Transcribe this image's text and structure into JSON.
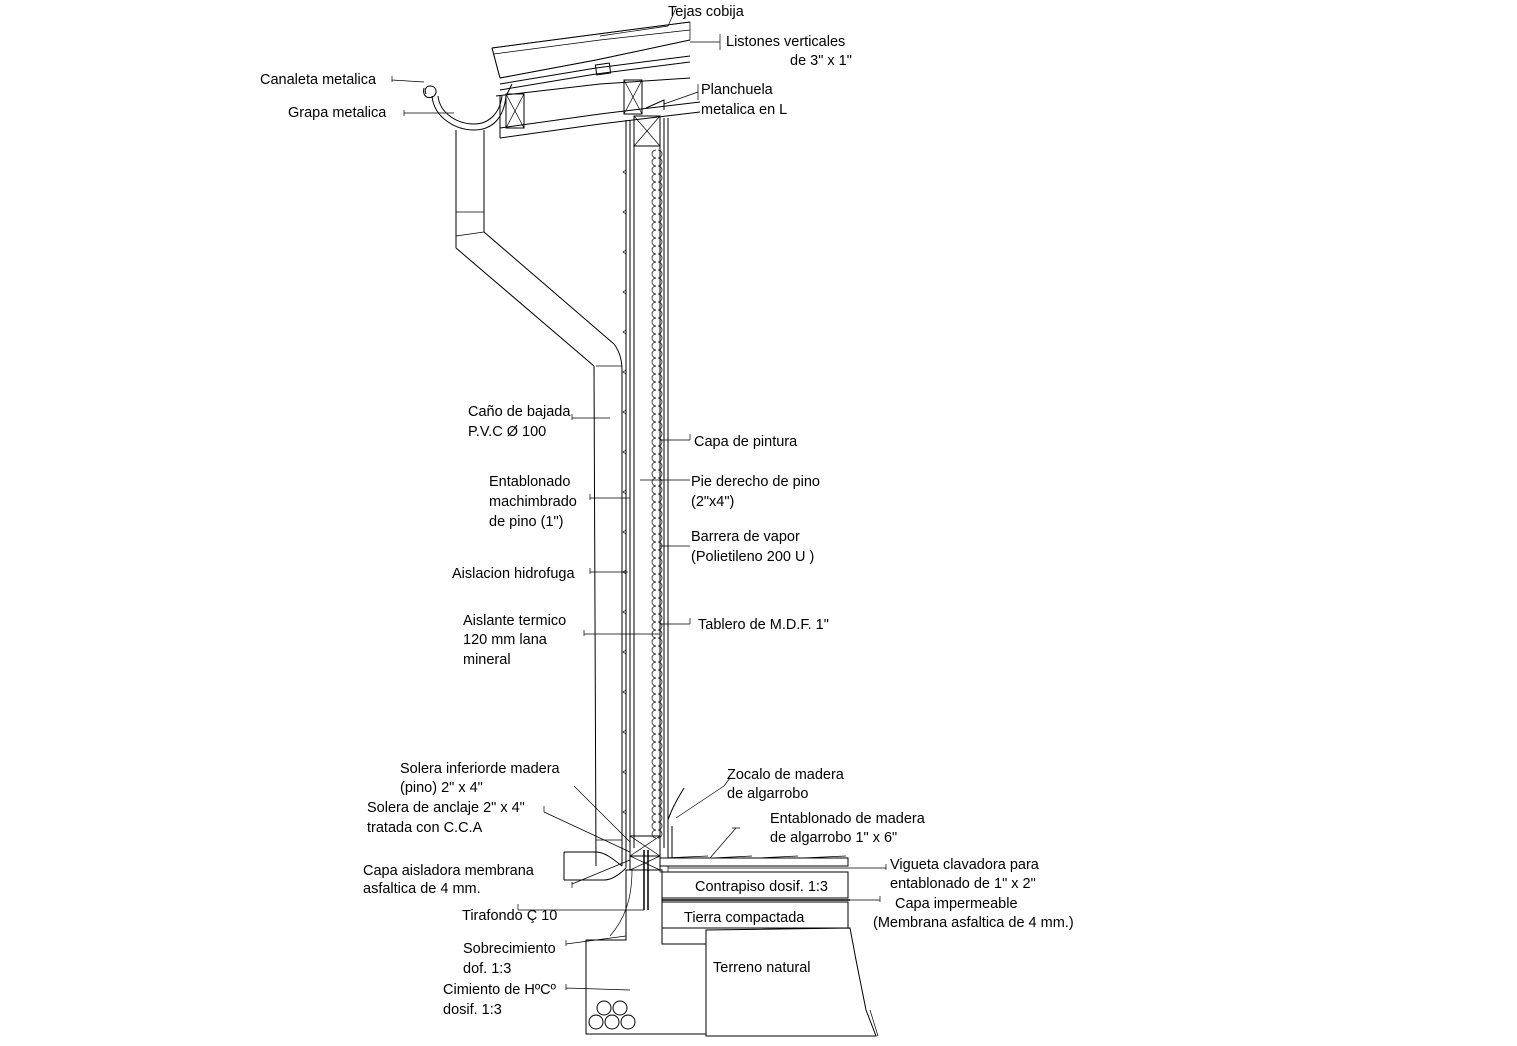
{
  "title": "",
  "labels": {
    "tejas": "Tejas cobija",
    "listones_1": "Listones verticales",
    "listones_2": "de  3\" x  1\"",
    "canaleta": "Canaleta metalica",
    "grapa": "Grapa metalica",
    "planchuela_1": "Planchuela",
    "planchuela_2": "metalica en L",
    "cano_1": "Caño de bajada",
    "cano_2": "P.V.C Ø 100",
    "pintura": "Capa de pintura",
    "entablonado_1": "Entablonado",
    "entablonado_2": "machimbrado",
    "entablonado_3": "de pino (1\")",
    "pie_1": "Pie derecho de pino",
    "pie_2": "(2\"x4\")",
    "barrera_1": "Barrera de vapor",
    "barrera_2": "(Polietileno 200 U )",
    "aislacion": "Aislacion hidrofuga",
    "termico_1": "Aislante termico",
    "termico_2": "120 mm lana",
    "termico_3": "mineral",
    "tablero": "Tablero de M.D.F. 1\"",
    "solera_inf_1": "Solera inferiorde madera",
    "solera_inf_2": "(pino) 2\" x 4\"",
    "zocalo_1": "Zocalo de madera",
    "zocalo_2": "de algarrobo",
    "solera_anc_1": "Solera de anclaje 2\" x 4\"",
    "solera_anc_2": "tratada con C.C.A",
    "entab_alg_1": "Entablonado de madera",
    "entab_alg_2": "de algarrobo 1\" x 6\"",
    "capa_ais_1": "Capa aisladora membrana",
    "capa_ais_2": "asfaltica de 4 mm.",
    "vigueta_1": "Vigueta clavadora para",
    "vigueta_2": "entablonado de 1\" x 2\"",
    "contrapiso": "Contrapiso dosif. 1:3",
    "impermeable_1": "Capa impermeable",
    "impermeable_2": "(Membrana asfaltica de 4 mm.)",
    "tirafondo": "Tirafondo Ç 10",
    "tierra": "Tierra compactada",
    "sobrecimiento_1": "Sobrecimiento",
    "sobrecimiento_2": "dof. 1:3",
    "terreno": "Terreno natural",
    "cimiento_1": "Cimiento de HºCº",
    "cimiento_2": "dosif. 1:3"
  }
}
